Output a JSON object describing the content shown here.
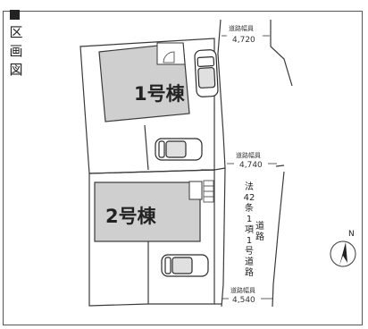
{
  "legend": {
    "title_chars": [
      "区",
      "画",
      "図"
    ]
  },
  "buildings": [
    {
      "label": "1号棟"
    },
    {
      "label": "2号棟"
    }
  ],
  "road_widths": [
    {
      "label": "道路幅員",
      "value": "4,720"
    },
    {
      "label": "道路幅員",
      "value": "4,740"
    },
    {
      "label": "道路幅員",
      "value": "4,540"
    }
  ],
  "road_note": {
    "col1": [
      "法",
      "42",
      "条",
      "1",
      "項",
      "1",
      "号",
      "道",
      "路"
    ],
    "col2": [
      "道",
      "路"
    ]
  },
  "compass": {
    "label": "N"
  },
  "colors": {
    "building": "#cfcfcf",
    "line": "#3a3a3a",
    "background": "#ffffff"
  },
  "icons": [
    "car-icon",
    "stair-icon",
    "north-arrow-icon"
  ]
}
